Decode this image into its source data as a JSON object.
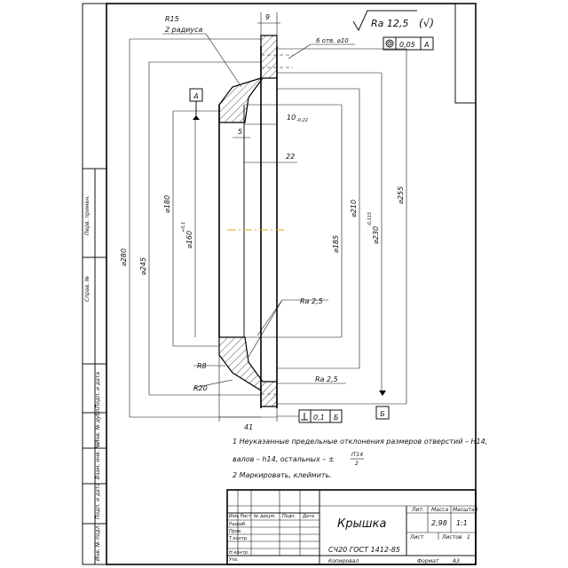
{
  "drawing": {
    "note_r15": "R15",
    "note_two_radii": "2 радиуса",
    "dim_9": "9",
    "holes": "6 отв. ⌀10",
    "surface_general": "Ra 12,5",
    "tol_runout": "0,05",
    "datum_a": "А",
    "datum_b": "Б",
    "dim_10": "10",
    "dim_10_tol": "-0,22",
    "dim_5": "5",
    "dim_22": "22",
    "dim_280": "⌀280",
    "dim_245": "⌀245",
    "dim_180": "⌀180",
    "dim_160": "⌀160",
    "dim_160_tol": "+0,1",
    "dim_185": "⌀185",
    "dim_210": "⌀210",
    "dim_230": "⌀230",
    "dim_230_tol": "-0,115",
    "dim_255": "⌀255",
    "ra25": "Ra 2,5",
    "r8": "R8",
    "r20": "R20",
    "dim_41": "41",
    "perp_tol": "0,1",
    "note1": "1 Неуказанные предельные отклонения размеров отверстий – H14,",
    "note1b": "валов – h14, остальных – ±",
    "note1_frac": "IT14",
    "note1_den": "2",
    "note2": "2 Маркировать, клеймить.",
    "side_labels": [
      "Перв. примен.",
      "Справ. №",
      "Подп. и дата",
      "Инв. № дубл.",
      "Взам. инв. №",
      "Подп. и дата",
      "Инв. № подл."
    ]
  },
  "title_block": {
    "part_name": "Крышка",
    "material": "СЧ20 ГОСТ 1412-85",
    "col_lit": "Лит.",
    "col_mass": "Масса",
    "col_scale": "Масштаб",
    "mass": "2,98",
    "scale": "1:1",
    "sheet": "Лист",
    "sheets": "Листов",
    "sheets_count": "1",
    "rows": [
      "Изм.",
      "Лист",
      "№ докум.",
      "Подп.",
      "Дата"
    ],
    "roles": [
      "Разраб.",
      "Пров.",
      "Т.контр.",
      "Н.контр.",
      "Утв."
    ],
    "copied": "Копировал",
    "format_label": "Формат",
    "format": "А3"
  }
}
